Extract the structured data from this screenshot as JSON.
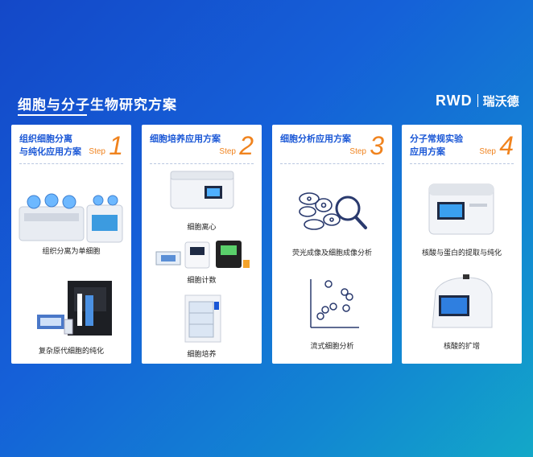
{
  "header": {
    "title": "细胞与分子生物研究方案",
    "logo_latin": "RWD",
    "logo_cn": "瑞沃德"
  },
  "cards": [
    {
      "title_line1": "组织细胞分离",
      "title_line2": "与纯化应用方案",
      "step_label": "Step",
      "step_number": "1",
      "items": [
        "组织分离为单细胞",
        "复杂原代细胞的纯化"
      ]
    },
    {
      "title_line1": "细胞培养应用方案",
      "title_line2": "",
      "step_label": "Step",
      "step_number": "2",
      "items": [
        "细胞离心",
        "细胞计数",
        "细胞培养"
      ]
    },
    {
      "title_line1": "细胞分析应用方案",
      "title_line2": "",
      "step_label": "Step",
      "step_number": "3",
      "items": [
        "荧光成像及细胞成像分析",
        "流式细胞分析"
      ]
    },
    {
      "title_line1": "分子常规实验",
      "title_line2": "应用方案",
      "step_label": "Step",
      "step_number": "4",
      "items": [
        "核酸与蛋白的提取与纯化",
        "核酸的扩增"
      ]
    }
  ],
  "colors": {
    "accent_blue": "#1a57d6",
    "step_orange": "#f0831e"
  }
}
